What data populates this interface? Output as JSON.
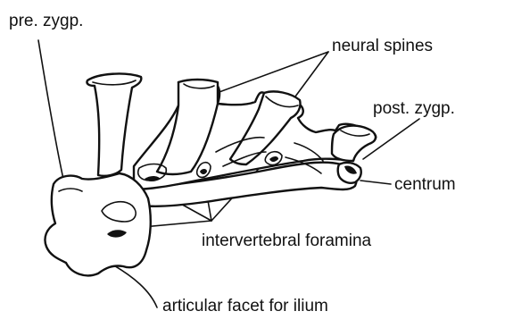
{
  "labels": {
    "pre_zygapophysis": "pre. zygp.",
    "neural_spines": "neural spines",
    "post_zygapophysis": "post. zygp.",
    "centrum": "centrum",
    "intervertebral_foramina": "intervertebral foramina",
    "articular_facet": "articular facet for ilium"
  },
  "colors": {
    "ink": "#111111",
    "paper": "#ffffff"
  }
}
